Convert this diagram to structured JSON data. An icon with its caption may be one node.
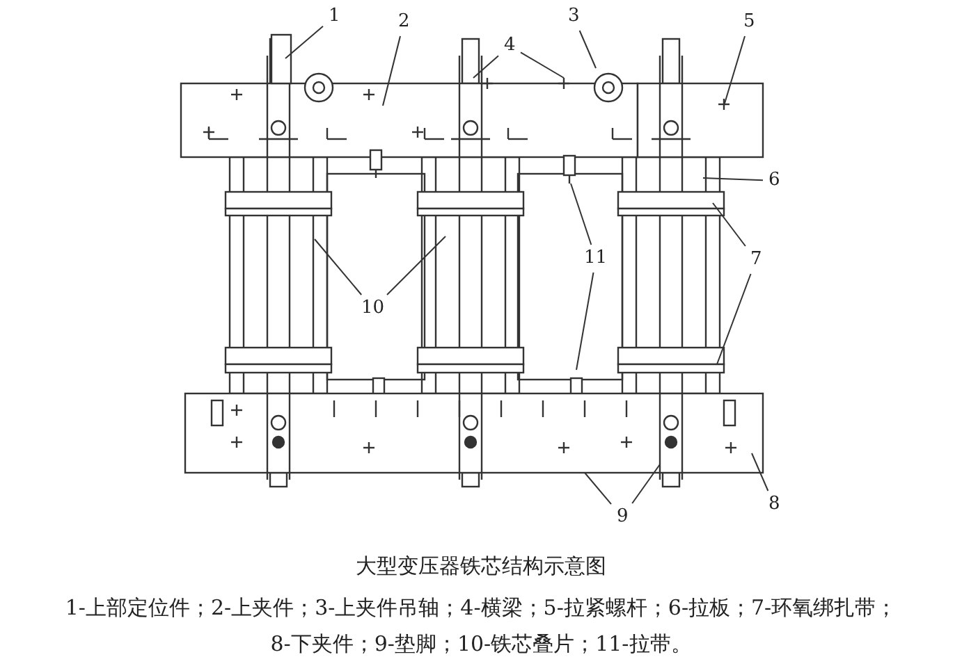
{
  "diagram": {
    "caption": "大型变压器铁芯结构示意图",
    "nodes": [
      {
        "text": [
          "1"
        ]
      },
      {
        "text": [
          "2"
        ]
      },
      {
        "text": [
          "3"
        ]
      },
      {
        "text": [
          "4"
        ]
      },
      {
        "text": [
          "5"
        ]
      },
      {
        "text": [
          "6"
        ]
      },
      {
        "text": [
          "7"
        ]
      },
      {
        "text": [
          "8"
        ]
      },
      {
        "text": [
          "9"
        ]
      },
      {
        "text": [
          "10"
        ]
      },
      {
        "text": [
          "11"
        ]
      }
    ],
    "edges": [
      {
        "from": 0,
        "to": null,
        "arrow": "none"
      },
      {
        "from": 1,
        "to": null,
        "arrow": "none"
      },
      {
        "from": 2,
        "to": null,
        "arrow": "none"
      },
      {
        "from": 3,
        "to": null,
        "arrow": "none"
      },
      {
        "from": 3,
        "to": null,
        "arrow": "none"
      },
      {
        "from": 4,
        "to": null,
        "arrow": "none"
      },
      {
        "from": 5,
        "to": null,
        "arrow": "none"
      },
      {
        "from": 6,
        "to": null,
        "arrow": "none"
      },
      {
        "from": 6,
        "to": null,
        "arrow": "none"
      },
      {
        "from": 7,
        "to": null,
        "arrow": "none"
      },
      {
        "from": 8,
        "to": null,
        "arrow": "none"
      },
      {
        "from": 8,
        "to": null,
        "arrow": "none"
      },
      {
        "from": 9,
        "to": null,
        "arrow": "none"
      },
      {
        "from": 9,
        "to": null,
        "arrow": "none"
      },
      {
        "from": 10,
        "to": null,
        "arrow": "none"
      },
      {
        "from": 10,
        "to": null,
        "arrow": "none"
      }
    ],
    "labels": [
      "1-上部定位件；2-上夹件；3-上夹件吊轴；4-横梁；5-拉紧螺杆；6-拉板；7-环氧绑扎带；",
      "8-下夹件；9-垫脚；10-铁芯叠片；11-拉带。"
    ]
  }
}
